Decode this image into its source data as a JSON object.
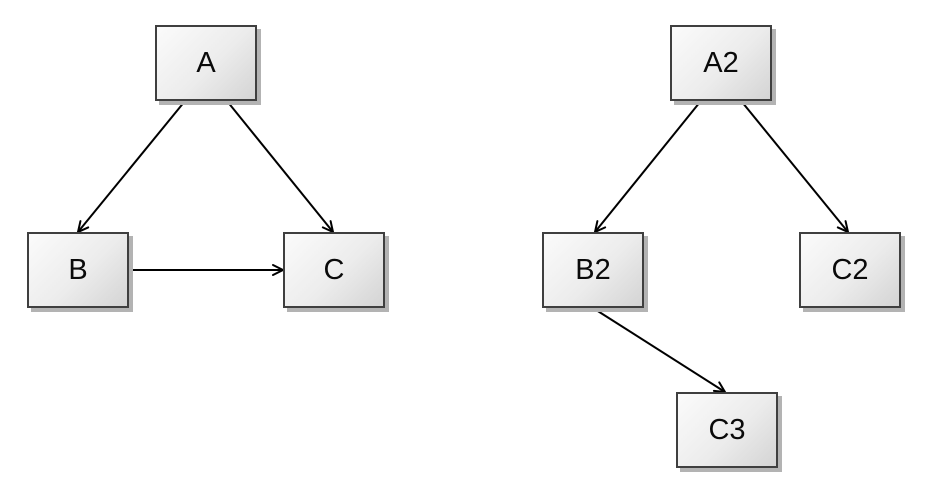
{
  "diagram": {
    "type": "directed-graph",
    "background_color": "#ffffff",
    "node_style": {
      "fill_gradient_start": "#fbfbfb",
      "fill_gradient_end": "#d4d4d4",
      "border_color": "#3f3f3f",
      "shadow_color": "#b3b3b3",
      "text_color": "#0a0a0a"
    },
    "edge_style": {
      "line_color": "#000000",
      "arrowhead": "open-v"
    },
    "graphs": [
      {
        "name": "left-graph",
        "nodes": [
          {
            "id": "A",
            "label": "A"
          },
          {
            "id": "B",
            "label": "B"
          },
          {
            "id": "C",
            "label": "C"
          }
        ],
        "edges": [
          {
            "from": "A",
            "to": "B",
            "directed": true
          },
          {
            "from": "A",
            "to": "C",
            "directed": true
          },
          {
            "from": "B",
            "to": "C",
            "directed": true
          }
        ]
      },
      {
        "name": "right-graph",
        "nodes": [
          {
            "id": "A2",
            "label": "A2"
          },
          {
            "id": "B2",
            "label": "B2"
          },
          {
            "id": "C2",
            "label": "C2"
          },
          {
            "id": "C3",
            "label": "C3"
          }
        ],
        "edges": [
          {
            "from": "A2",
            "to": "B2",
            "directed": true
          },
          {
            "from": "A2",
            "to": "C2",
            "directed": true
          },
          {
            "from": "B2",
            "to": "C3",
            "directed": true
          }
        ]
      }
    ]
  }
}
